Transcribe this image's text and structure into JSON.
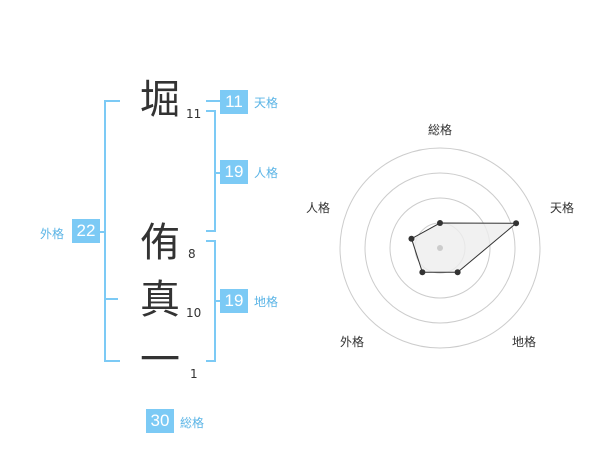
{
  "name": {
    "chars": [
      {
        "char": "堀",
        "strokes": "11"
      },
      {
        "char": "侑",
        "strokes": "8"
      },
      {
        "char": "真",
        "strokes": "10"
      },
      {
        "char": "一",
        "strokes": "1"
      }
    ]
  },
  "kaku": {
    "tenkaku": {
      "value": "11",
      "label": "天格"
    },
    "jinkaku": {
      "value": "19",
      "label": "人格"
    },
    "chikaku": {
      "value": "19",
      "label": "地格"
    },
    "gaikaku": {
      "value": "22",
      "label": "外格"
    },
    "soukaku": {
      "value": "30",
      "label": "総格"
    }
  },
  "chart_data": {
    "type": "radar",
    "axes": [
      "総格",
      "天格",
      "地格",
      "外格",
      "人格"
    ],
    "values": [
      0.25,
      0.8,
      0.3,
      0.3,
      0.3
    ],
    "rings": 4,
    "colors": {
      "fill": "#eeeeee",
      "line": "#333333",
      "ring": "#cccccc"
    }
  },
  "colors": {
    "accent": "#7ccaf5",
    "accent_text": "#5ab4e6",
    "text": "#333333"
  }
}
